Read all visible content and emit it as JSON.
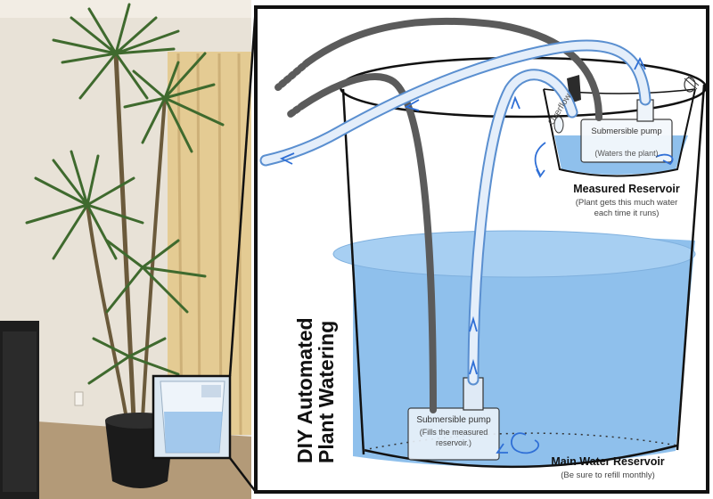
{
  "title": {
    "line1": "DIY Automated",
    "line2": "Plant Watering"
  },
  "measured_reservoir": {
    "title": "Measured Reservoir",
    "note_line1": "(Plant gets this much water",
    "note_line2": "each time it runs)",
    "overflow_label": "Overflow"
  },
  "main_reservoir": {
    "title": "Main Water Reservoir",
    "note": "(Be sure to refill monthly)"
  },
  "upper_pump": {
    "label": "Submersible pump",
    "note": "(Waters the plant)"
  },
  "lower_pump": {
    "label": "Submersible pump",
    "note_line1": "(Fills the measured",
    "note_line2": "reservoir.)"
  },
  "colors": {
    "water": "#8fc0ec",
    "tube": "#dbe9f8",
    "tube_outline": "#5a8fd0",
    "flow_arrow": "#2f6fd6",
    "cable": "#5b5b5b",
    "frame": "#111111",
    "wall": "#e7e1d6",
    "curtain": "#e6cf9b",
    "pot": "#1d1d1d"
  }
}
